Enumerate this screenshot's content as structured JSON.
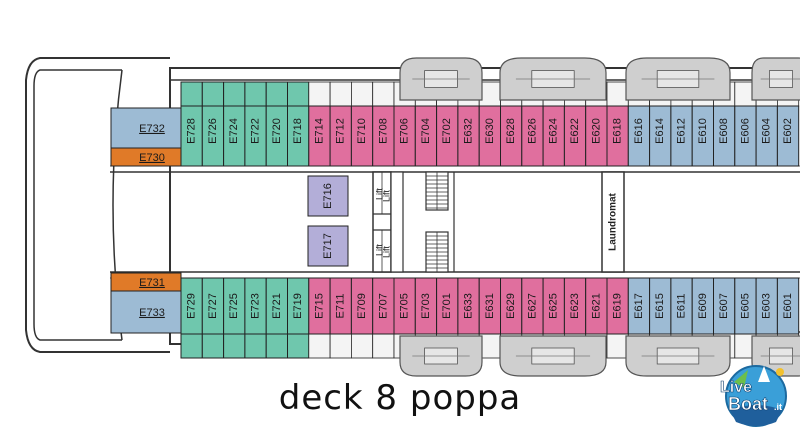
{
  "caption": "deck 8 poppa",
  "logo": {
    "line1": "Live",
    "line2": "Boat",
    "suffix": ".it"
  },
  "lifts": [
    "Lift",
    "Lift",
    "Lift",
    "Lift"
  ],
  "laundromat": "Laundromat",
  "colors": {
    "teal": "#6fc7ad",
    "pink": "#e06f9e",
    "blue": "#9dbbd4",
    "orange": "#e07a28",
    "lavender": "#b3aed8",
    "lifeboat": "#cfcfcf",
    "structure": "#333333"
  },
  "top_row": {
    "end_cabins": [
      {
        "label": "E732",
        "color": "blue"
      },
      {
        "label": "E730",
        "color": "orange"
      }
    ],
    "cabins": [
      {
        "label": "E728",
        "color": "teal"
      },
      {
        "label": "E726",
        "color": "teal"
      },
      {
        "label": "E724",
        "color": "teal"
      },
      {
        "label": "E722",
        "color": "teal"
      },
      {
        "label": "E720",
        "color": "teal"
      },
      {
        "label": "E718",
        "color": "teal"
      },
      {
        "label": "E714",
        "color": "pink"
      },
      {
        "label": "E712",
        "color": "pink"
      },
      {
        "label": "E710",
        "color": "pink"
      },
      {
        "label": "E708",
        "color": "pink"
      },
      {
        "label": "E706",
        "color": "pink"
      },
      {
        "label": "E704",
        "color": "pink"
      },
      {
        "label": "E702",
        "color": "pink"
      },
      {
        "label": "E632",
        "color": "pink"
      },
      {
        "label": "E630",
        "color": "pink"
      },
      {
        "label": "E628",
        "color": "pink"
      },
      {
        "label": "E626",
        "color": "pink"
      },
      {
        "label": "E624",
        "color": "pink"
      },
      {
        "label": "E622",
        "color": "pink"
      },
      {
        "label": "E620",
        "color": "pink"
      },
      {
        "label": "E618",
        "color": "pink"
      },
      {
        "label": "E616",
        "color": "blue"
      },
      {
        "label": "E614",
        "color": "blue"
      },
      {
        "label": "E612",
        "color": "blue"
      },
      {
        "label": "E610",
        "color": "blue"
      },
      {
        "label": "E608",
        "color": "blue"
      },
      {
        "label": "E606",
        "color": "blue"
      },
      {
        "label": "E604",
        "color": "blue"
      },
      {
        "label": "E602",
        "color": "blue"
      }
    ]
  },
  "bottom_row": {
    "end_cabins": [
      {
        "label": "E731",
        "color": "orange"
      },
      {
        "label": "E733",
        "color": "blue"
      }
    ],
    "cabins": [
      {
        "label": "E729",
        "color": "teal"
      },
      {
        "label": "E727",
        "color": "teal"
      },
      {
        "label": "E725",
        "color": "teal"
      },
      {
        "label": "E723",
        "color": "teal"
      },
      {
        "label": "E721",
        "color": "teal"
      },
      {
        "label": "E719",
        "color": "teal"
      },
      {
        "label": "E715",
        "color": "pink"
      },
      {
        "label": "E711",
        "color": "pink"
      },
      {
        "label": "E709",
        "color": "pink"
      },
      {
        "label": "E707",
        "color": "pink"
      },
      {
        "label": "E705",
        "color": "pink"
      },
      {
        "label": "E703",
        "color": "pink"
      },
      {
        "label": "E701",
        "color": "pink"
      },
      {
        "label": "E633",
        "color": "pink"
      },
      {
        "label": "E631",
        "color": "pink"
      },
      {
        "label": "E629",
        "color": "pink"
      },
      {
        "label": "E627",
        "color": "pink"
      },
      {
        "label": "E625",
        "color": "pink"
      },
      {
        "label": "E623",
        "color": "pink"
      },
      {
        "label": "E621",
        "color": "pink"
      },
      {
        "label": "E619",
        "color": "pink"
      },
      {
        "label": "E617",
        "color": "blue"
      },
      {
        "label": "E615",
        "color": "blue"
      },
      {
        "label": "E611",
        "color": "blue"
      },
      {
        "label": "E609",
        "color": "blue"
      },
      {
        "label": "E607",
        "color": "blue"
      },
      {
        "label": "E605",
        "color": "blue"
      },
      {
        "label": "E603",
        "color": "blue"
      },
      {
        "label": "E601",
        "color": "blue"
      }
    ]
  },
  "inner_cabins": [
    {
      "label": "E716",
      "color": "lavender"
    },
    {
      "label": "E717",
      "color": "lavender"
    }
  ]
}
